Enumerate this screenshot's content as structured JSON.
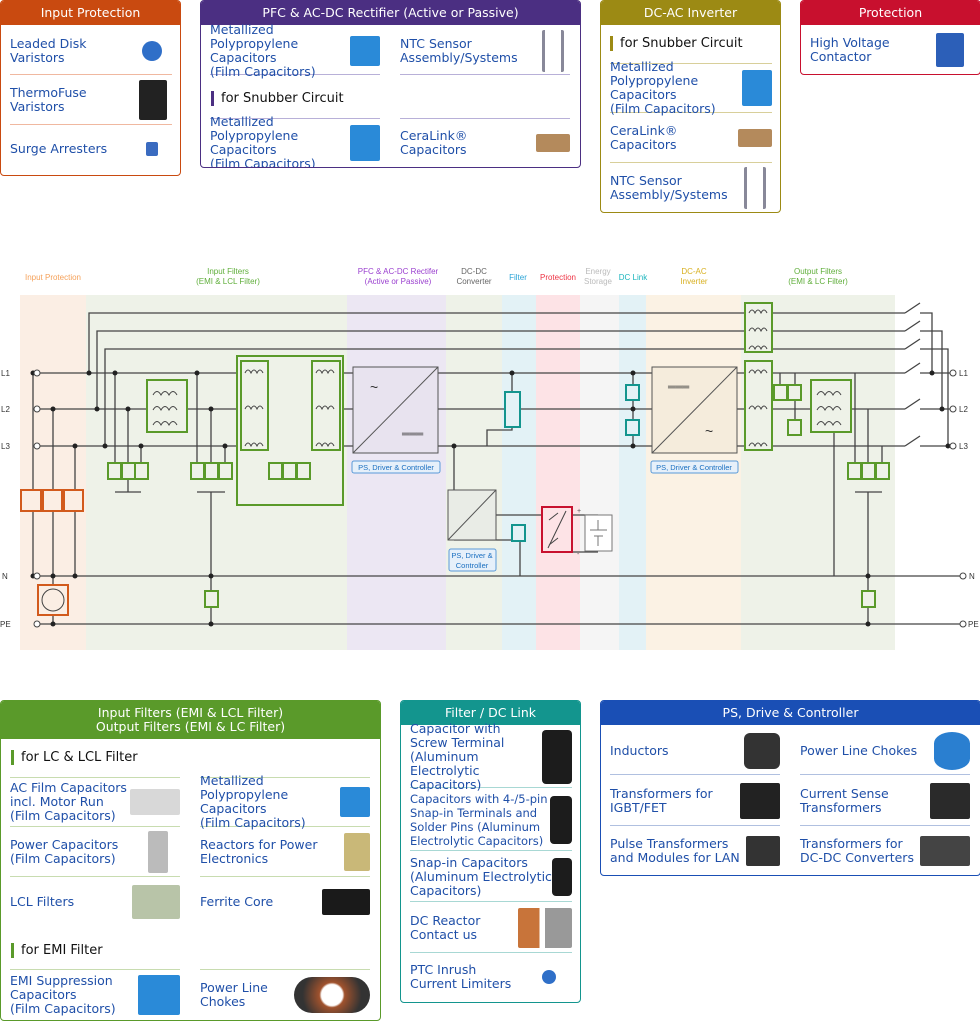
{
  "input_protection": {
    "title": "Input Protection",
    "color": "#c94a10",
    "items": [
      {
        "label": "Leaded Disk\nVaristors"
      },
      {
        "label": "ThermoFuse\nVaristors"
      },
      {
        "label": "Surge Arresters"
      }
    ]
  },
  "pfc": {
    "title": "PFC & AC-DC Rectifier (Active or Passive)",
    "color": "#4b2f82",
    "items": [
      {
        "label": "Metallized Polypropylene\nCapacitors\n(Film Capacitors)"
      },
      {
        "label": "NTC Sensor\nAssembly/Systems"
      }
    ],
    "subheading": "for Snubber Circuit",
    "snubber_items": [
      {
        "label": "Metallized Polypropylene\nCapacitors\n(Film Capacitors)"
      },
      {
        "label": "CeraLink®\nCapacitors"
      }
    ]
  },
  "inverter": {
    "title": "DC-AC Inverter",
    "color": "#9c8a14",
    "subheading": "for Snubber Circuit",
    "items": [
      {
        "label": "Metallized Polypropylene\nCapacitors\n(Film Capacitors)"
      },
      {
        "label": "CeraLink®\nCapacitors"
      },
      {
        "label": "NTC Sensor\nAssembly/Systems"
      }
    ]
  },
  "protection": {
    "title": "Protection",
    "color": "#c8102e",
    "items": [
      {
        "label": "High Voltage\nContactor"
      }
    ]
  },
  "filters": {
    "title": "Input Filters (EMI & LCL Filter)\nOutput Filters (EMI & LC Filter)",
    "color": "#5a9a2a",
    "sub_lc": "for LC & LCL Filter",
    "lc_items": [
      {
        "label": "AC Film Capacitors\nincl. Motor Run\n(Film Capacitors)"
      },
      {
        "label": "Metallized Polypropylene\nCapacitors\n(Film Capacitors)"
      },
      {
        "label": "Power Capacitors\n(Film Capacitors)"
      },
      {
        "label": "Reactors for Power\nElectronics"
      },
      {
        "label": "LCL Filters"
      },
      {
        "label": "Ferrite Core"
      }
    ],
    "sub_emi": "for EMI Filter",
    "emi_items": [
      {
        "label": "EMI Suppression\nCapacitors\n(Film Capacitors)"
      },
      {
        "label": "Power Line\nChokes"
      }
    ]
  },
  "dclink": {
    "title": "Filter / DC Link",
    "color": "#13958e",
    "items": [
      {
        "label": "Capacitor with\nScrew Terminal\n(Aluminum Electrolytic\nCapacitors)"
      },
      {
        "label": "Capacitors with 4-/5-pin\nSnap-in Terminals and\nSolder Pins (Aluminum\nElectrolytic Capacitors)"
      },
      {
        "label": "Snap-in Capacitors\n(Aluminum Electrolytic\nCapacitors)"
      },
      {
        "label": "DC Reactor\nContact us"
      },
      {
        "label": "PTC Inrush\nCurrent Limiters"
      }
    ]
  },
  "ps": {
    "title": "PS, Drive & Controller",
    "color": "#1a4fb5",
    "items": [
      {
        "label": "Inductors"
      },
      {
        "label": "Power Line Chokes"
      },
      {
        "label": "Transformers for\nIGBT/FET"
      },
      {
        "label": "Current Sense\nTransformers"
      },
      {
        "label": "Pulse Transformers\nand Modules for LAN"
      },
      {
        "label": "Transformers for\nDC-DC Converters"
      }
    ]
  },
  "diagram": {
    "sections": [
      {
        "label": "Input Protection",
        "color": "#f5a15a"
      },
      {
        "label": "Input Filters\n(EMI & LCL Filter)",
        "color": "#5fae3a"
      },
      {
        "label": "PFC & AC-DC Rectifer\n(Active or Passive)",
        "color": "#9a3fcf"
      },
      {
        "label": "DC-DC\nConverter",
        "color": "#666666"
      },
      {
        "label": "Filter",
        "color": "#2aa3d6"
      },
      {
        "label": "Protection",
        "color": "#ee3344"
      },
      {
        "label": "Energy\nStorage",
        "color": "#bbbbbb"
      },
      {
        "label": "DC Link",
        "color": "#1bb5bd"
      },
      {
        "label": "DC-AC\nInverter",
        "color": "#d8b020"
      },
      {
        "label": "Output Filters\n(EMI & LC Filter)",
        "color": "#5fae3a"
      }
    ],
    "lines": [
      "L1",
      "L2",
      "L3",
      "N",
      "PE"
    ],
    "ps_label": "PS, Driver & Controller",
    "ps_label_dcdc": "PS, Driver &\nController",
    "plus": "+",
    "minus": "-"
  }
}
